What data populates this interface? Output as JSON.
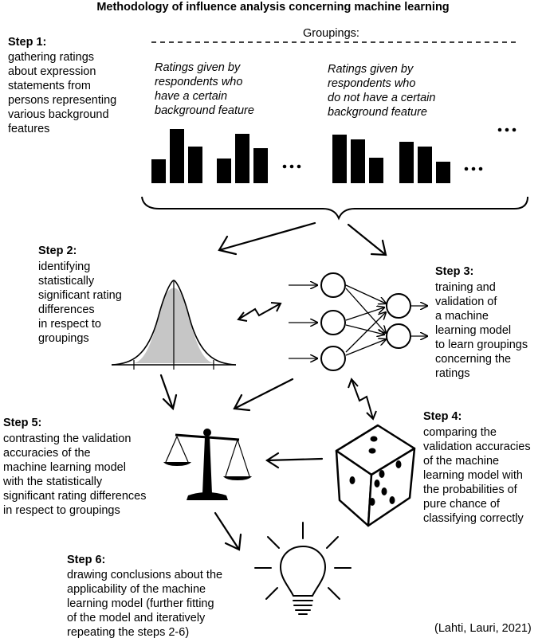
{
  "title": "Methodology of influence analysis concerning machine learning",
  "groupings_label": "Groupings:",
  "group_a": "Ratings given by\nrespondents who\nhave a certain\nbackground feature",
  "group_b": "Ratings given by\nrespondents who\ndo not have a certain\nbackground feature",
  "ellipsis": "...",
  "steps": [
    {
      "heading": "Step 1:",
      "text": "gathering ratings\nabout expression\nstatements from\npersons representing\nvarious background\nfeatures"
    },
    {
      "heading": "Step 2:",
      "text": "identifying\nstatistically\nsignificant rating\ndifferences\nin respect to\ngroupings"
    },
    {
      "heading": "Step 3:",
      "text": "training and\nvalidation of\na machine\nlearning model\nto learn groupings\nconcerning the\nratings"
    },
    {
      "heading": "Step 4:",
      "text": "comparing the\nvalidation accuracies\nof the machine\nlearning model with\nthe probabilities of\npure chance of\nclassifying correctly"
    },
    {
      "heading": "Step 5:",
      "text": "contrasting the validation\naccuracies of the\nmachine learning model\nwith the statistically\nsignificant rating differences\nin respect to groupings"
    },
    {
      "heading": "Step 6:",
      "text": "drawing conclusions about the\napplicability of the machine\nlearning model (further fitting\nof the model and iteratively\nrepeating the steps 2-6)"
    }
  ],
  "credit": "(Lahti, Lauri, 2021)",
  "icons": {
    "bars": "bar-chart-icon",
    "bell_curve": "normal-distribution-icon",
    "network": "neural-network-icon",
    "scale": "balance-scale-icon",
    "dice": "dice-icon",
    "bulb": "light-bulb-icon"
  }
}
